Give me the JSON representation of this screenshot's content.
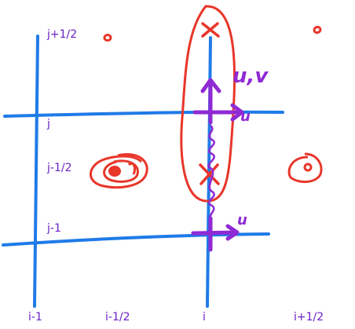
{
  "row_labels": {
    "j_plus_half": "j+1/2",
    "j": "j",
    "j_minus_half": "j-1/2",
    "j_minus_1": "j-1"
  },
  "col_labels": {
    "i_minus_1": "i-1",
    "i_minus_half": "i-1/2",
    "i": "i",
    "i_plus_half": "i+1/2"
  },
  "annotations": {
    "uv": "u,v",
    "u_upper": "u",
    "u_lower": "u"
  },
  "colors": {
    "grid": "#1f7be8",
    "red_ink": "#e8362a",
    "purple_ink": "#8f2ad4",
    "label": "#6a1fc7"
  }
}
